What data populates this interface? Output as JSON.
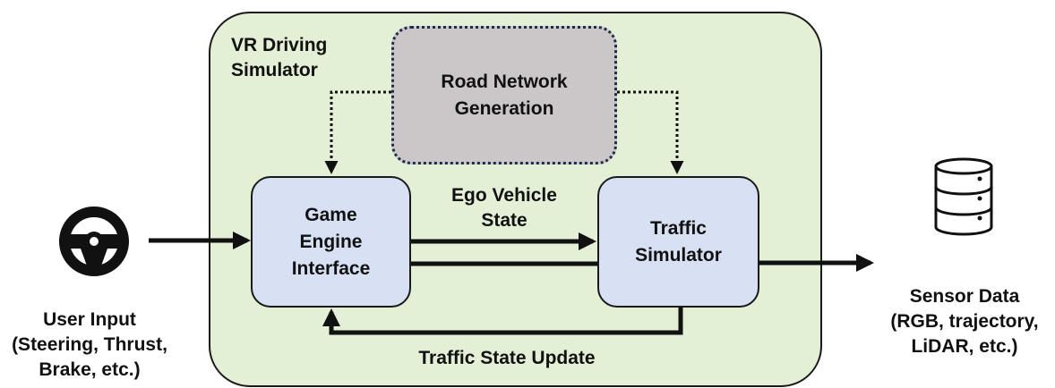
{
  "diagram": {
    "container_title": "VR Driving\nSimulator",
    "nodes": {
      "road_network": "Road Network\nGeneration",
      "game_engine": "Game\nEngine\nInterface",
      "traffic_simulator": "Traffic\nSimulator"
    },
    "edge_labels": {
      "ego_vehicle_state": "Ego Vehicle\nState",
      "traffic_state_update": "Traffic State Update"
    },
    "external": {
      "user_input": "User Input\n(Steering, Thrust,\nBrake, etc.)",
      "sensor_data": "Sensor Data\n(RGB, trajectory,\nLiDAR, etc.)"
    },
    "icons": [
      "steering-wheel-icon",
      "database-icon"
    ],
    "colors": {
      "container_fill": "#e3f0d6",
      "road_fill": "#cbc7c8",
      "road_border": "#1f2d4d",
      "module_fill": "#d7e1f3"
    }
  }
}
